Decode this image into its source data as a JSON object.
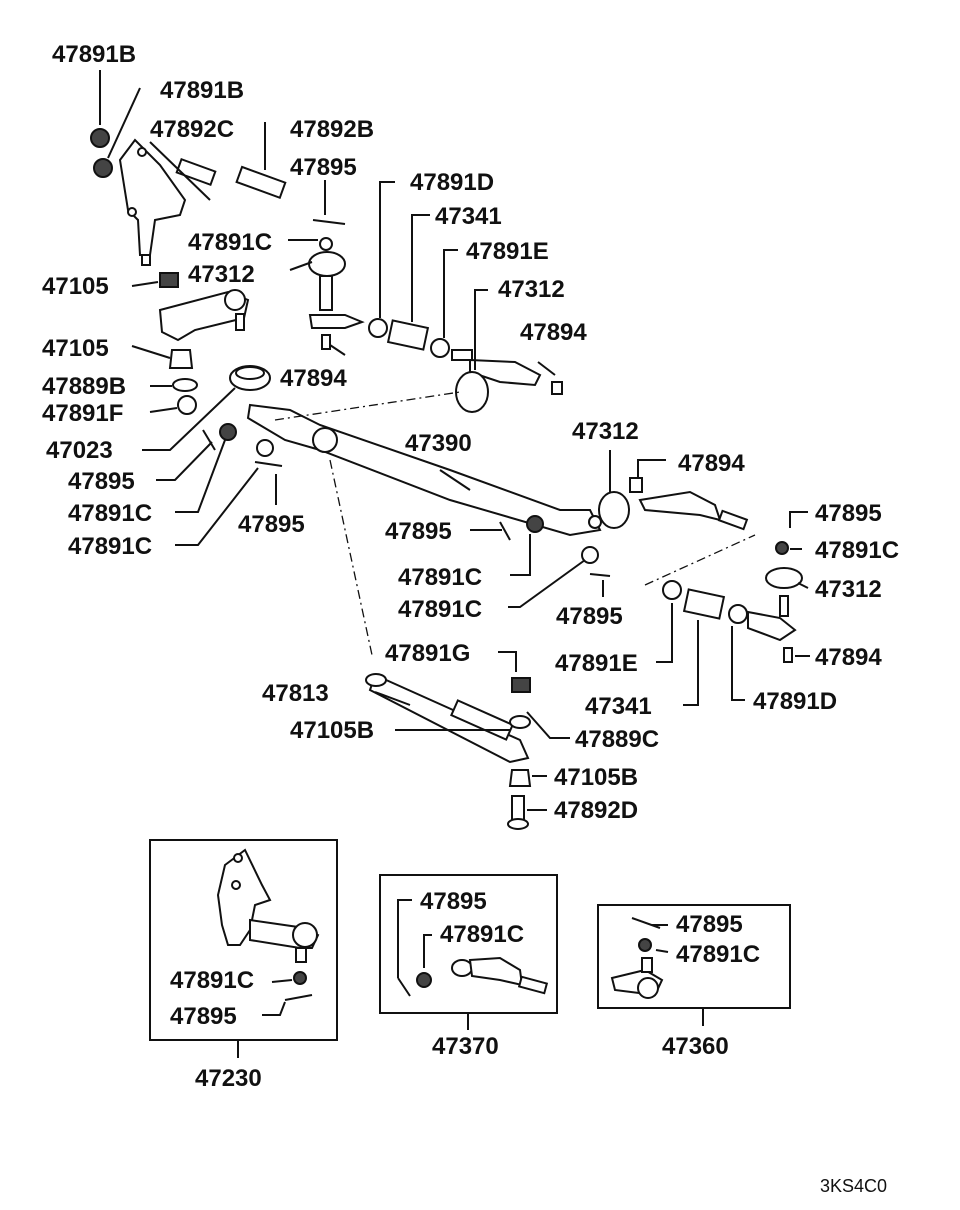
{
  "diagram": {
    "code": "3KS4C0",
    "callouts": [
      "47891B",
      "47891B",
      "47892C",
      "47892B",
      "47895",
      "47891D",
      "47341",
      "47891C",
      "47891E",
      "47312",
      "47312",
      "47105",
      "47105",
      "47894",
      "47894",
      "47889B",
      "47891F",
      "47023",
      "47390",
      "47895",
      "47312",
      "47891C",
      "47894",
      "47891C",
      "47895",
      "47895",
      "47895",
      "47891C",
      "47891C",
      "47312",
      "47891C",
      "47895",
      "47891E",
      "47894",
      "47891G",
      "47341",
      "47891D",
      "47813",
      "47105B",
      "47889C",
      "47105B",
      "47892D"
    ],
    "kits": [
      {
        "number": "47230",
        "contents": [
          "47891C",
          "47895"
        ]
      },
      {
        "number": "47370",
        "contents": [
          "47895",
          "47891C"
        ]
      },
      {
        "number": "47360",
        "contents": [
          "47895",
          "47891C"
        ]
      }
    ]
  }
}
